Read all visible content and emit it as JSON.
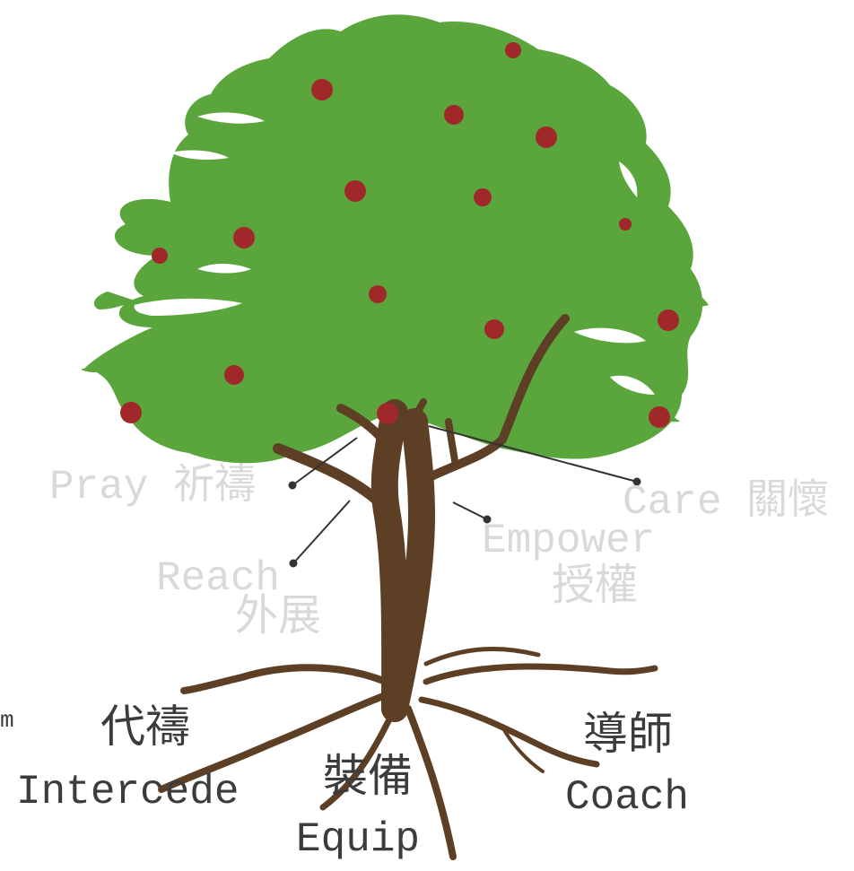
{
  "labels": {
    "pray": "Pray 祈禱",
    "care": "Care 關懷",
    "empower_en": "Empower",
    "empower_zh": "授權",
    "reach_en": "Reach",
    "reach_zh": "外展",
    "intercede_zh": "代禱",
    "intercede_en": "Intercede",
    "equip_zh": "裝備",
    "equip_en": "Equip",
    "coach_zh": "導師",
    "coach_en": "Coach",
    "edge_fragment": "m"
  },
  "colors": {
    "foliage": "#5aa63c",
    "trunk": "#5c3f25",
    "fruit": "#a1282a",
    "faded_text": "#d9d9d9",
    "dark_text": "#3c3c3c",
    "pointer": "#333333"
  },
  "icons": [
    "tree-illustration",
    "apple-icon"
  ]
}
